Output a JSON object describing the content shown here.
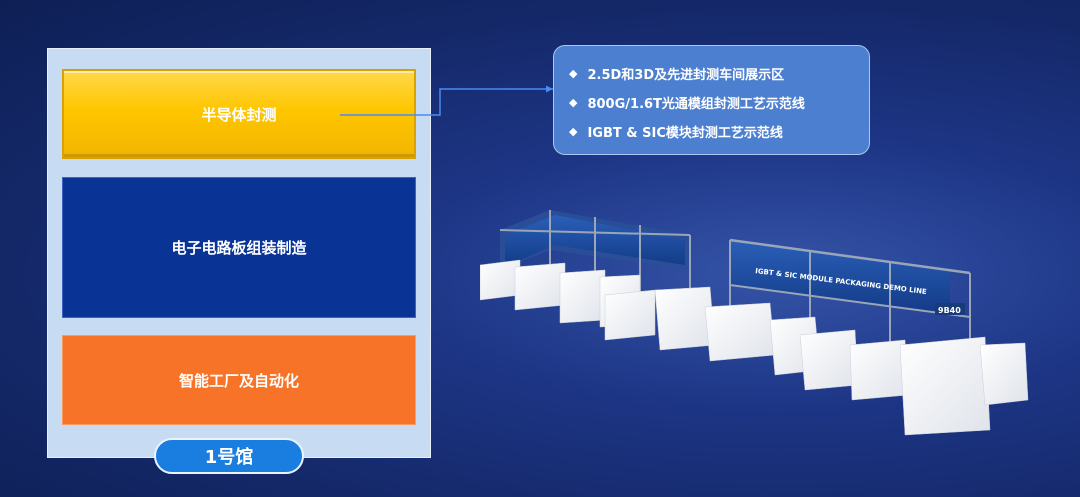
{
  "hall": {
    "zones": [
      {
        "label": "半导体封测",
        "color": "#ffc600"
      },
      {
        "label": "电子电路板组装制造",
        "color": "#0a3396"
      },
      {
        "label": "智能工厂及自动化",
        "color": "#f67328"
      }
    ],
    "tag": "1号馆"
  },
  "callout": {
    "items": [
      "2.5D和3D及先进封测车间展示区",
      "800G/1.6T光通模组封测工艺示范线",
      "IGBT & SIC模块封测工艺示范线"
    ]
  },
  "booth": {
    "banner_text": "IGBT & SIC MODULE PACKAGING DEMO LINE",
    "booth_number": "9B40"
  },
  "colors": {
    "background": "#1d3585",
    "callout": "#4c7fd0",
    "tag": "#1a7de0"
  }
}
